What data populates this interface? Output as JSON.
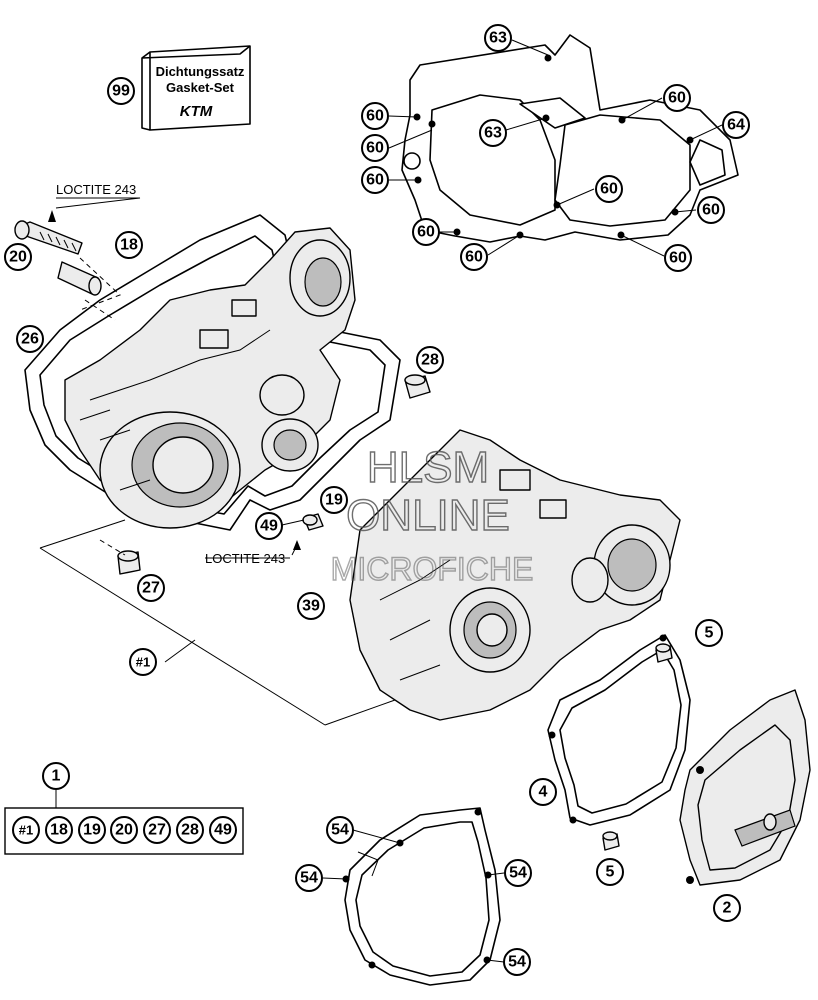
{
  "gasket_set_box": {
    "line1": "Dichtungssatz",
    "line2": "Gasket-Set",
    "brand": "KTM"
  },
  "loctite_label": "LOCTITE 243",
  "watermark": {
    "line1": "HLSM",
    "line2": "ONLINE",
    "line3": "MICROFICHE"
  },
  "kit_contents": [
    "#1",
    "18",
    "19",
    "20",
    "27",
    "28",
    "49"
  ],
  "callouts": {
    "c99": "99",
    "c63a": "63",
    "c63b": "63",
    "c60a": "60",
    "c60b": "60",
    "c60c": "60",
    "c60d": "60",
    "c60e": "60",
    "c60f": "60",
    "c60g": "60",
    "c60h": "60",
    "c60i": "60",
    "c64": "64",
    "c20": "20",
    "c18": "18",
    "c26": "26",
    "c28": "28",
    "c19": "19",
    "c49": "49",
    "c27": "27",
    "c39": "39",
    "c1hash": "#1",
    "c5a": "5",
    "c5b": "5",
    "c4": "4",
    "c1": "1",
    "c2": "2",
    "c54a": "54",
    "c54b": "54",
    "c54c": "54",
    "c54d": "54"
  },
  "colors": {
    "line": "#000000",
    "part_fill": "#ececec",
    "background": "#ffffff"
  }
}
